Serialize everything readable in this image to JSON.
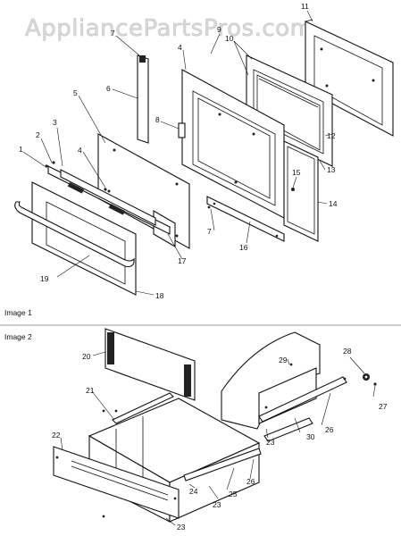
{
  "watermark": "AppliancePartsPros.com",
  "sections": [
    {
      "label": "Image 1"
    },
    {
      "label": "Image 2"
    }
  ],
  "callouts": {
    "c1": "1",
    "c2": "2",
    "c3": "3",
    "c4a": "4",
    "c4b": "4",
    "c5": "5",
    "c6": "6",
    "c7a": "7",
    "c7b": "7",
    "c8": "8",
    "c9": "9",
    "c10": "10",
    "c11": "11",
    "c12": "12",
    "c13": "13",
    "c14": "14",
    "c15": "15",
    "c16": "16",
    "c17": "17",
    "c18": "18",
    "c19": "19",
    "c20": "20",
    "c21": "21",
    "c22": "22",
    "c23a": "23",
    "c23b": "23",
    "c23c": "23",
    "c24": "24",
    "c25": "25",
    "c26a": "26",
    "c26b": "26",
    "c27": "27",
    "c28": "28",
    "c29": "29",
    "c30": "30"
  }
}
